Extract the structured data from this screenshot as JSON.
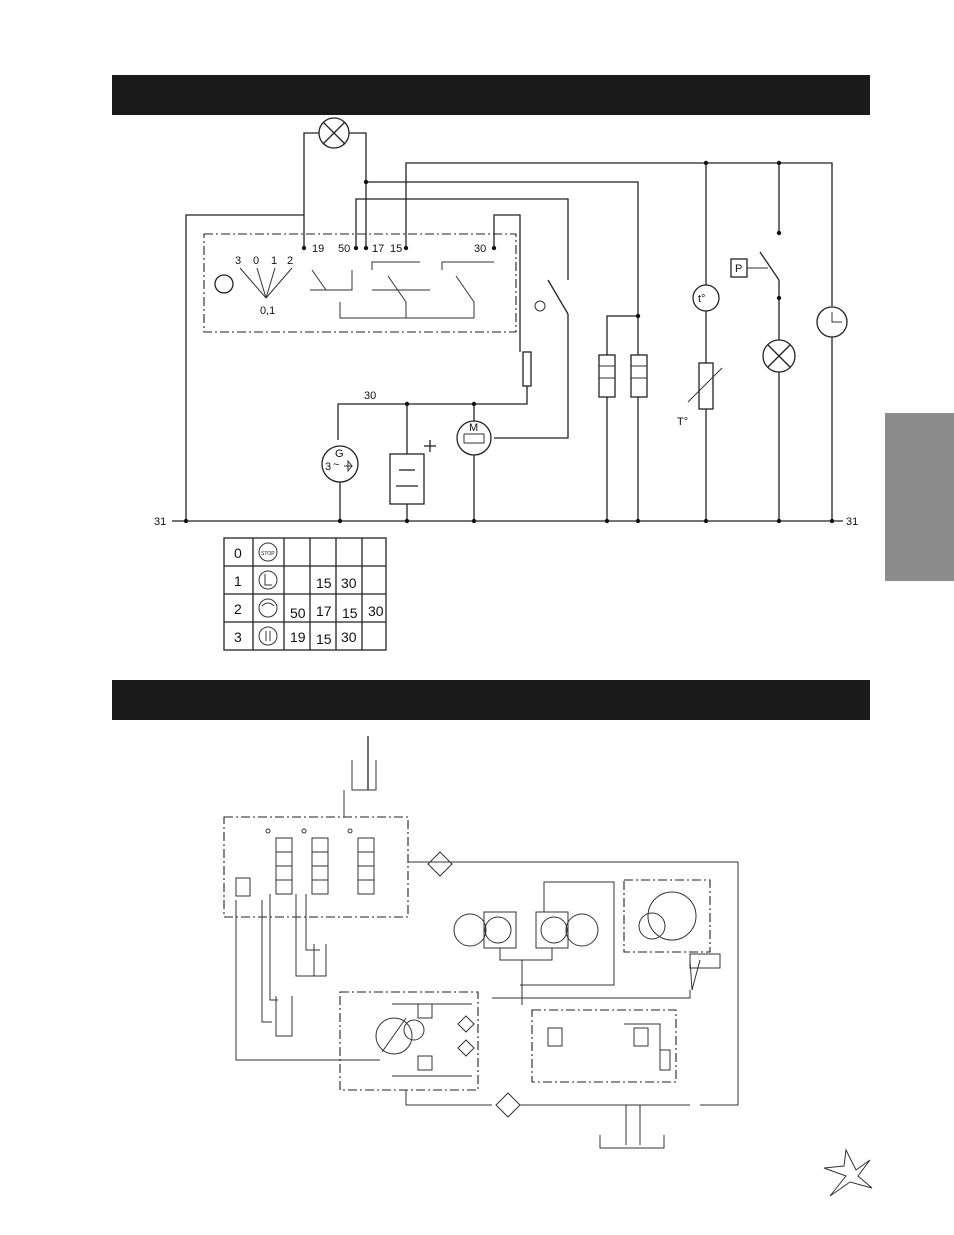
{
  "switch_positions": [
    "3",
    "0",
    "1",
    "2"
  ],
  "switch_sub_label": "0,1",
  "terminal_labels": [
    "19",
    "50",
    "17",
    "15",
    "30"
  ],
  "wire_30_label": "30",
  "ground_labels": [
    "31",
    "31"
  ],
  "generator_labels": {
    "g": "G",
    "phase": "3",
    "tilde": "~"
  },
  "motor_label": "M",
  "pressure_label": "P",
  "temp_gauge_label": "t°",
  "temp_sender_label": "T°",
  "key_table": {
    "rows": [
      {
        "pos": "0",
        "icon": "stop-icon",
        "icon_text": "STOP",
        "cells": [
          "",
          "",
          "",
          ""
        ]
      },
      {
        "pos": "1",
        "icon": "glow-plug-icon",
        "cells": [
          "",
          "15",
          "30",
          ""
        ]
      },
      {
        "pos": "2",
        "icon": "preheat-icon",
        "cells": [
          "50",
          "17",
          "15",
          "30"
        ]
      },
      {
        "pos": "3",
        "icon": "start-icon",
        "cells": [
          "19",
          "15",
          "30",
          ""
        ]
      }
    ]
  }
}
